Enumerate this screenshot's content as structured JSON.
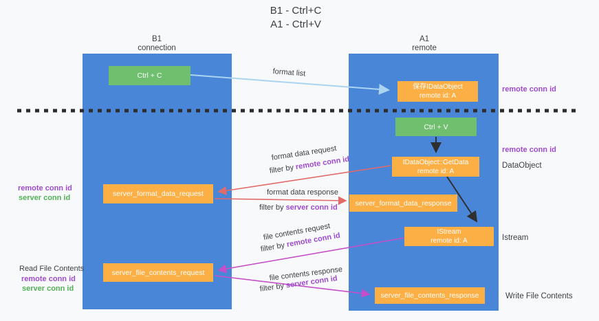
{
  "title": {
    "line1": "B1 - Ctrl+C",
    "line2": "A1 - Ctrl+V"
  },
  "lanes": {
    "left": {
      "title": "B1",
      "subtitle": "connection"
    },
    "right": {
      "title": "A1",
      "subtitle": "remote"
    }
  },
  "boxes": {
    "ctrl_c": {
      "label": "Ctrl + C"
    },
    "save_dataobject": {
      "line1": "保存IDataObject",
      "line2": "remote id: A"
    },
    "ctrl_v": {
      "label": "Ctrl + V"
    },
    "getdata": {
      "line1": "IDataObject::GetData",
      "line2": "remote id: A"
    },
    "format_request": {
      "label": "server_format_data_request"
    },
    "format_response": {
      "label": "server_format_data_response"
    },
    "istream": {
      "line1": "IStream",
      "line2": "remote id: A"
    },
    "file_request": {
      "label": "server_file_contents_request"
    },
    "file_response": {
      "label": "server_file_contents_response"
    }
  },
  "flows": {
    "format_list": {
      "label": "format list"
    },
    "format_data_request": {
      "label": "format data request",
      "filter_prefix": "filter by ",
      "filter_key": "remote conn id"
    },
    "format_data_response": {
      "label": "format data response",
      "filter_prefix": "filter by ",
      "filter_key": "server conn id"
    },
    "file_contents_request": {
      "label": "file contents request",
      "filter_prefix": "filter by ",
      "filter_key": "remote conn id"
    },
    "file_contents_response": {
      "label": "file contents response",
      "filter_prefix": "filter by ",
      "filter_key": "server conn id"
    }
  },
  "side_notes": {
    "right_remote_conn_id_top": "remote conn id",
    "right_remote_conn_id_mid": "remote conn id",
    "right_dataobject": "DataObject",
    "right_istream": "Istream",
    "right_write_file_contents": "Write File Contents",
    "left_remote_conn_id_top": "remote conn id",
    "left_server_conn_id_top": "server conn id",
    "left_read_file_contents": "Read File Contents",
    "left_remote_conn_id_bottom": "remote conn id",
    "left_server_conn_id_bottom": "server conn id"
  },
  "colors": {
    "lane_blue": "#4a86d8",
    "box_orange": "#fbaf45",
    "box_green": "#6fbf6e",
    "arrow_light_blue": "#aad4f0",
    "arrow_red": "#e26a6a",
    "arrow_magenta": "#c44fc8",
    "arrow_black": "#2f2f2f",
    "text_purple": "#9e4bce",
    "text_green": "#53b156",
    "text_dark": "#3b3f44"
  }
}
